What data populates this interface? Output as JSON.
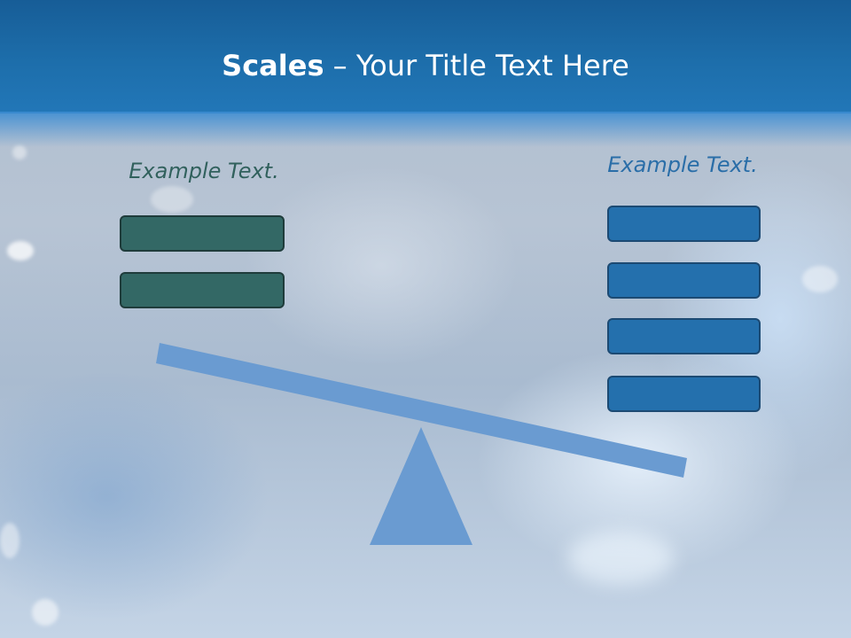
{
  "slide": {
    "title_bold": "Scales",
    "title_rest": " – Your Title Text Here"
  },
  "left_side": {
    "label": "Example Text.",
    "box_count": 2,
    "box_color": "#336865"
  },
  "right_side": {
    "label": "Example Text.",
    "box_count": 4,
    "box_color": "#2470ad"
  },
  "scale": {
    "beam_color": "#6a9bd1",
    "fulcrum_color": "#6a9bd1",
    "tilt": "right-heavy"
  },
  "colors": {
    "header": "#1d6eab",
    "title_text": "#ffffff"
  }
}
